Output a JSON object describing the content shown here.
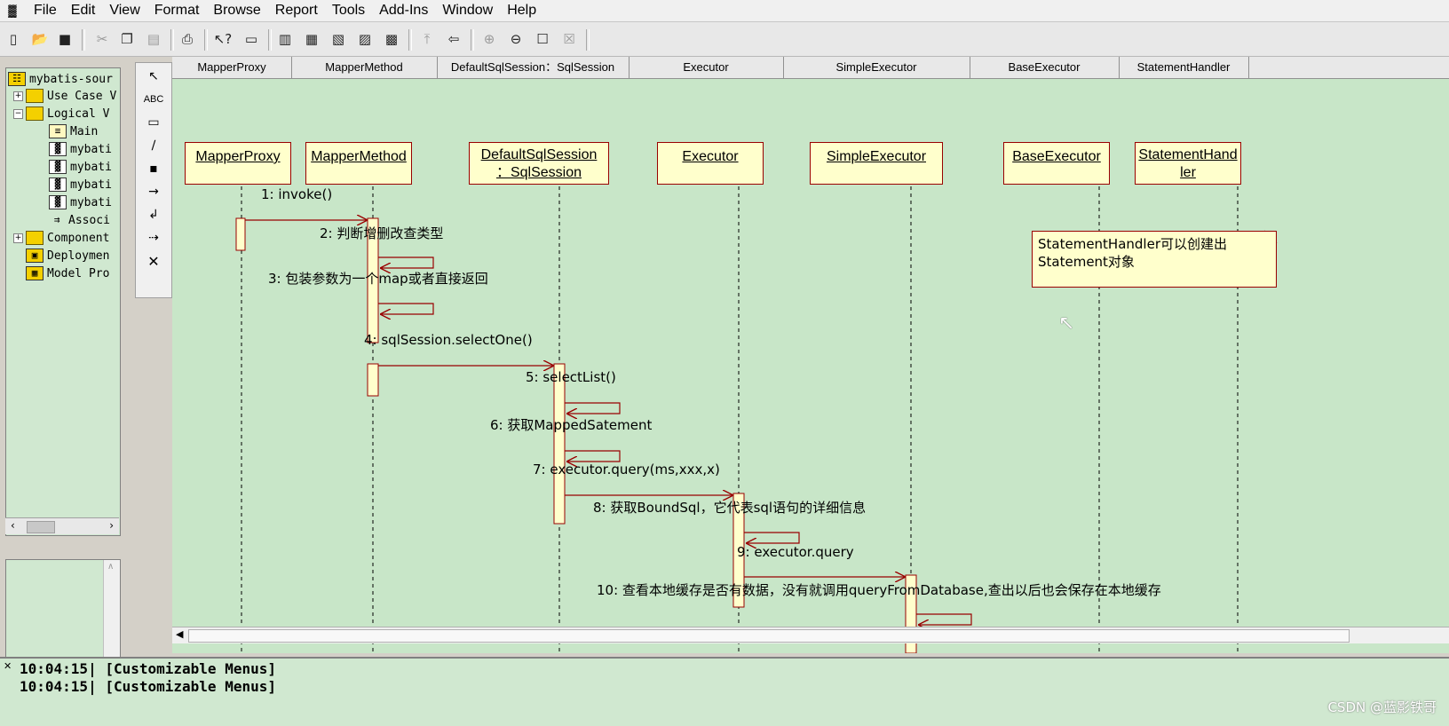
{
  "menu": [
    "File",
    "Edit",
    "View",
    "Format",
    "Browse",
    "Report",
    "Tools",
    "Add-Ins",
    "Window",
    "Help"
  ],
  "tree": {
    "root": "mybatis-sour",
    "items": [
      "Use Case V",
      "Logical V",
      "Main",
      "mybati",
      "mybati",
      "mybati",
      "mybati",
      "Associ",
      "Component",
      "Deploymen",
      "Model Pro"
    ]
  },
  "tools": {
    "text_tool": "ABC"
  },
  "header": [
    "MapperProxy",
    "MapperMethod",
    "DefaultSqlSession：SqlSession",
    "Executor",
    "SimpleExecutor",
    "BaseExecutor",
    "StatementHandler"
  ],
  "objects": [
    {
      "line1": "MapperProxy",
      "line2": ""
    },
    {
      "line1": "MapperMethod",
      "line2": ""
    },
    {
      "line1": "DefaultSqlSession",
      "line2": "：SqlSession"
    },
    {
      "line1": "Executor",
      "line2": ""
    },
    {
      "line1": "SimpleExecutor",
      "line2": ""
    },
    {
      "line1": "BaseExecutor",
      "line2": ""
    },
    {
      "line1": "StatementHand",
      "line2": "ler"
    }
  ],
  "messages": [
    "1: invoke()",
    "2: 判断增删改查类型",
    "3: 包装参数为一个map或者直接返回",
    "4: sqlSession.selectOne()",
    "5: selectList()",
    "6: 获取MappedSatement",
    "7: executor.query(ms,xxx,x)",
    "8: 获取BoundSql，它代表sql语句的详细信息",
    "9: executor.query",
    "10: 查看本地缓存是否有数据，没有就调用queryFromDatabase,查出以后也会保存在本地缓存"
  ],
  "note": {
    "line1": "StatementHandler可以创建出",
    "line2": "Statement对象"
  },
  "log": [
    "10:04:15|  [Customizable Menus]",
    "10:04:15|  [Customizable Menus]"
  ],
  "watermark": "CSDN @蓝影铁哥",
  "colors": {
    "diagram_bg": "#c8e6c8",
    "object_fill": "#ffffcc",
    "line": "#990000"
  }
}
